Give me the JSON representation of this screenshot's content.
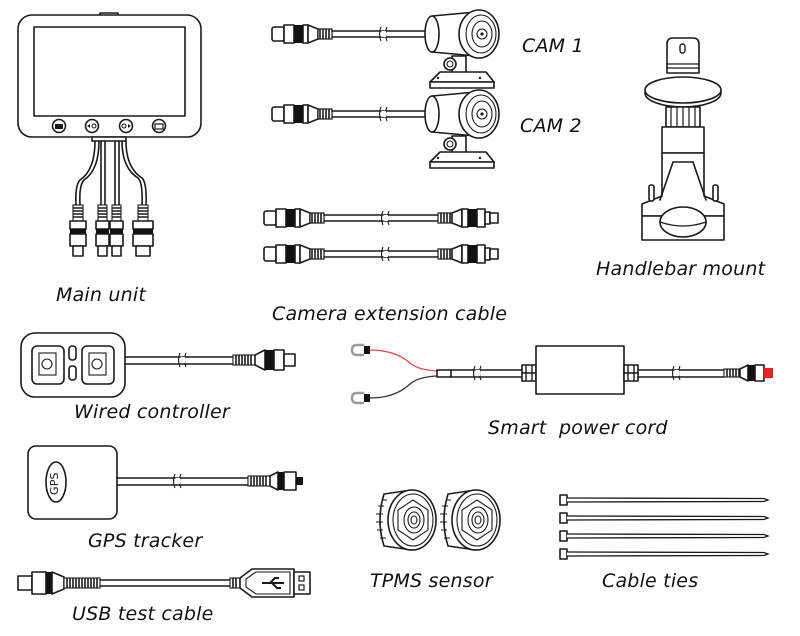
{
  "diagram": {
    "type": "package-contents",
    "items": [
      {
        "id": "main-unit",
        "label": "Main unit"
      },
      {
        "id": "cam1",
        "label": "CAM 1"
      },
      {
        "id": "cam2",
        "label": "CAM 2"
      },
      {
        "id": "handlebar-mount",
        "label": "Handlebar mount"
      },
      {
        "id": "camera-extension-cable",
        "label": "Camera extension cable"
      },
      {
        "id": "wired-controller",
        "label": "Wired controller"
      },
      {
        "id": "smart-power-cord",
        "label": "Smart  power cord"
      },
      {
        "id": "gps-tracker",
        "label": "GPS tracker",
        "badge": "GPS"
      },
      {
        "id": "usb-test-cable",
        "label": "USB test cable"
      },
      {
        "id": "tpms-sensor",
        "label": "TPMS sensor"
      },
      {
        "id": "cable-ties",
        "label": "Cable ties"
      }
    ],
    "colors": {
      "line": "#1a1a1a",
      "positive_wire": "#e05050",
      "negative_wire": "#333333",
      "power_plug_tip": "#ee2222",
      "terminal": "#9a9a9a"
    }
  }
}
